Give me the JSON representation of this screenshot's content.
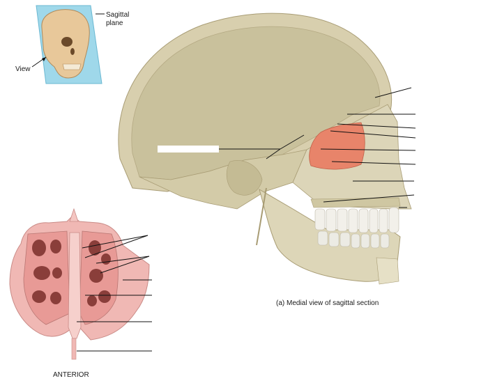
{
  "inset": {
    "plane_label_line1": "Sagittal",
    "plane_label_line2": "plane",
    "view_label": "View"
  },
  "main_caption": "(a) Medial view of sagittal section",
  "bottom_label": "ANTERIOR",
  "colors": {
    "bone": "#d9d2b5",
    "bone_shade": "#c8bf98",
    "highlight_bone": "#e8846a",
    "teeth": "#f2f0ea",
    "plane": "#8fd3e8",
    "ethmoid_pink": "#f0b8b4"
  }
}
